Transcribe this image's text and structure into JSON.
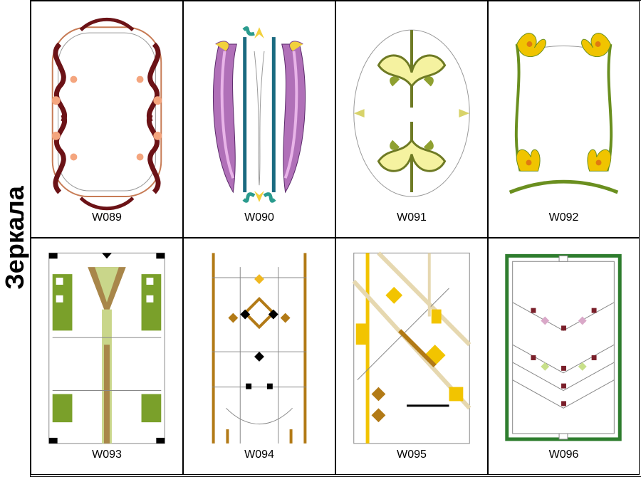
{
  "side_label": "Зеркала",
  "designs": [
    {
      "code": "W089",
      "style": "nouveau-frame",
      "colors": [
        "#6b1216",
        "#f4a57e",
        "#c77b55"
      ]
    },
    {
      "code": "W090",
      "style": "nouveau-lily",
      "colors": [
        "#7b3f8f",
        "#1a6a80",
        "#e8b4e8",
        "#2a9b8e",
        "#f2d13c"
      ]
    },
    {
      "code": "W091",
      "style": "nouveau-ornament",
      "colors": [
        "#6e7a24",
        "#f5f2a0",
        "#8fa030",
        "#d8d36a"
      ]
    },
    {
      "code": "W092",
      "style": "iris-frame",
      "colors": [
        "#f0c400",
        "#6a8f1f",
        "#e07a10"
      ]
    },
    {
      "code": "W093",
      "style": "geometric-green",
      "colors": [
        "#7aa02a",
        "#c9d68a",
        "#a8864a",
        "#000000"
      ]
    },
    {
      "code": "W094",
      "style": "geometric-amber",
      "colors": [
        "#b27a16",
        "#f0b820",
        "#000000"
      ]
    },
    {
      "code": "W095",
      "style": "geometric-yellow",
      "colors": [
        "#f2c400",
        "#b27a16",
        "#000000",
        "#e6d8b0"
      ]
    },
    {
      "code": "W096",
      "style": "geometric-chevron",
      "colors": [
        "#2e7d2e",
        "#7a1f2a",
        "#d9a8c8",
        "#c8e08a"
      ]
    }
  ]
}
